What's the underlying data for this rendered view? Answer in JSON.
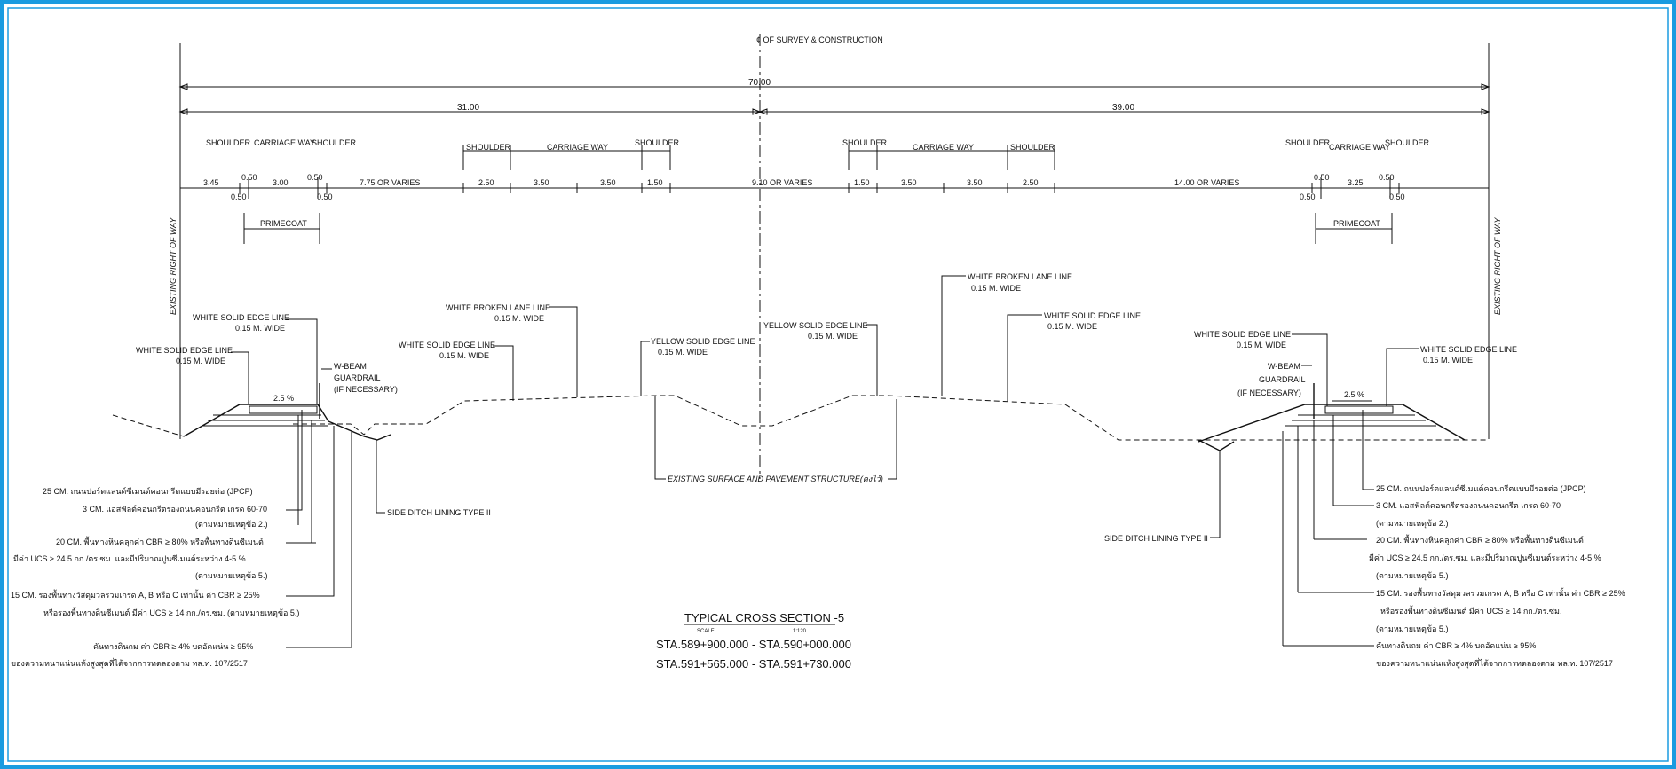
{
  "centerline_label": "¢ OF SURVEY & CONSTRUCTION",
  "row_label": "EXISTING RIGHT OF WAY",
  "dims": {
    "total": "70.00",
    "left": "31.00",
    "right": "39.00",
    "left_segments": [
      "3.45",
      "0.50",
      "3.00",
      "0.50",
      "7.75 OR VARIES",
      "2.50",
      "3.50",
      "3.50",
      "1.50"
    ],
    "left_sub": [
      "0.50",
      "0.50"
    ],
    "middle": "9.10 OR VARIES",
    "right_segments": [
      "1.50",
      "3.50",
      "3.50",
      "2.50",
      "14.00 OR VARIES",
      "0.50",
      "3.25",
      "0.50"
    ],
    "right_sub": [
      "0.50",
      "0.50"
    ]
  },
  "lane_headers": {
    "shoulder": "SHOULDER",
    "carriage_way": "CARRIAGE WAY"
  },
  "primecoat": "PRIMECOAT",
  "callouts": {
    "white_solid_edge": "WHITE SOLID EDGE LINE",
    "white_broken_lane": "WHITE BROKEN LANE LINE",
    "yellow_solid_edge": "YELLOW SOLID EDGE LINE",
    "width": "0.15 M. WIDE",
    "wbeam_1": "W-BEAM",
    "wbeam_2": "GUARDRAIL",
    "wbeam_3": "(IF NECESSARY)",
    "slope": "2.5 %",
    "existing_surface": "EXISTING SURFACE AND PAVEMENT STRUCTURE(คงไว้)",
    "side_ditch": "SIDE DITCH LINING TYPE II"
  },
  "layers_left": [
    "25 CM. ถนนปอร์ตแลนด์ซีเมนต์คอนกรีตแบบมีรอยต่อ (JPCP)",
    "3 CM. แอสฟัลต์คอนกรีตรองถนนคอนกรีต เกรด 60-70",
    "(ตามหมายเหตุข้อ 2.)",
    "20 CM. พื้นทางหินคลุกค่า CBR ≥ 80% หรือพื้นทางดินซีเมนต์",
    "มีค่า UCS ≥ 24.5 กก./ตร.ซม. และมีปริมาณปูนซีเมนต์ระหว่าง 4-5 %",
    "(ตามหมายเหตุข้อ 5.)",
    "15 CM. รองพื้นทางวัสดุมวลรวมเกรด A, B หรือ C เท่านั้น ค่า CBR ≥ 25%",
    "หรือรองพื้นทางดินซีเมนต์ มีค่า UCS ≥ 14 กก./ตร.ซม. (ตามหมายเหตุข้อ 5.)",
    "คันทางดินถม ค่า CBR ≥ 4% บดอัดแน่น ≥ 95%",
    "ของความหนาแน่นแห้งสูงสุดที่ได้จากการทดลองตาม ทล.ท. 107/2517"
  ],
  "layers_right": [
    "25 CM. ถนนปอร์ตแลนด์ซีเมนต์คอนกรีตแบบมีรอยต่อ (JPCP)",
    "3 CM. แอสฟัลต์คอนกรีตรองถนนคอนกรีต เกรด 60-70",
    "(ตามหมายเหตุข้อ 2.)",
    "20 CM. พื้นทางหินคลุกค่า CBR ≥ 80% หรือพื้นทางดินซีเมนต์",
    "มีค่า UCS ≥ 24.5 กก./ตร.ซม. และมีปริมาณปูนซีเมนต์ระหว่าง 4-5 %",
    "(ตามหมายเหตุข้อ 5.)",
    "15 CM. รองพื้นทางวัสดุมวลรวมเกรด A, B หรือ C เท่านั้น ค่า CBR ≥ 25%",
    "หรือรองพื้นทางดินซีเมนต์ มีค่า UCS ≥ 14 กก./ตร.ซม.",
    "(ตามหมายเหตุข้อ 5.)",
    "คันทางดินถม ค่า CBR ≥ 4% บดอัดแน่น ≥ 95%",
    "ของความหนาแน่นแห้งสูงสุดที่ได้จากการทดลองตาม ทล.ท. 107/2517"
  ],
  "title_block": {
    "title": "TYPICAL CROSS SECTION -5",
    "scale_label": "SCALE",
    "scale_value": "1:120",
    "sta1": "STA.589+900.000  -  STA.590+000.000",
    "sta2": "STA.591+565.000  -  STA.591+730.000"
  },
  "colors": {
    "frame": "#1a9be0",
    "ink": "#111111"
  }
}
